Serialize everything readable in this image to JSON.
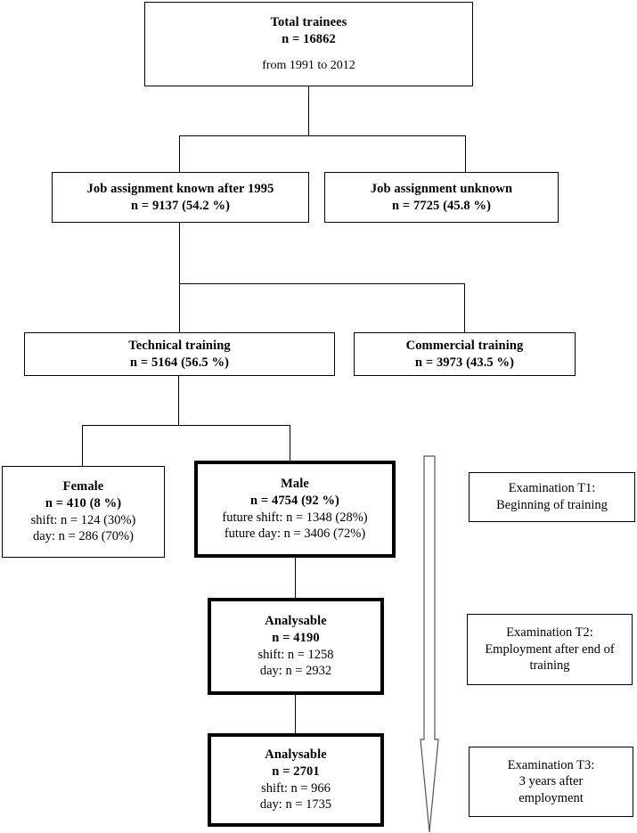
{
  "diagram": {
    "title": "Trainee cohort flow diagram",
    "type": "flowchart",
    "stroke_color": "#000000",
    "background_color": "#ffffff"
  },
  "nodes": {
    "total_trainees": {
      "label": "Total trainees",
      "count": "n = 16862",
      "note": "from 1991 to 2012"
    },
    "job_known": {
      "label": "Job assignment known after 1995",
      "count": "n = 9137 (54.2 %)"
    },
    "job_unknown": {
      "label": "Job assignment unknown",
      "count": "n = 7725 (45.8 %)"
    },
    "technical_training": {
      "label": "Technical training",
      "count": "n = 5164 (56.5 %)"
    },
    "commercial_training": {
      "label": "Commercial training",
      "count": "n = 3973 (43.5 %)"
    },
    "female": {
      "label": "Female",
      "count": "n = 410 (8 %)",
      "shift": "shift: n = 124 (30%)",
      "day": "day: n = 286 (70%)"
    },
    "male": {
      "label": "Male",
      "count": "n = 4754 (92 %)",
      "shift": "future shift: n = 1348 (28%)",
      "day": "future day: n = 3406 (72%)"
    },
    "analysable_t2": {
      "label": "Analysable",
      "count": "n = 4190",
      "shift": "shift: n = 1258",
      "day": "day: n = 2932"
    },
    "analysable_t3": {
      "label": "Analysable",
      "count": "n = 2701",
      "shift": "shift: n = 966",
      "day": "day: n = 1735"
    }
  },
  "examinations": {
    "t1": {
      "line1": "Examination T1:",
      "line2": "Beginning of training",
      "line3": ""
    },
    "t2": {
      "line1": "Examination T2:",
      "line2": "Employment after end of",
      "line3": "training"
    },
    "t3": {
      "line1": "Examination T3:",
      "line2": "3 years after",
      "line3": "employment"
    }
  },
  "timeline_arrow": {
    "name": "downward-timeline-arrow",
    "direction": "down"
  }
}
